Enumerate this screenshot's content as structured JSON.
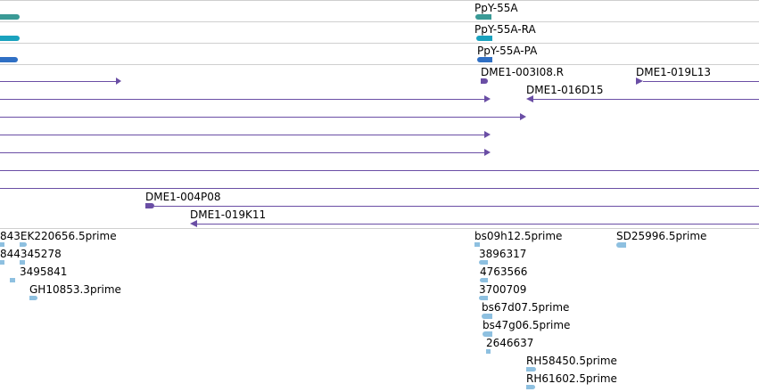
{
  "colors": {
    "gene_teal": "#3a9a96",
    "gene_cyan": "#1aa2be",
    "gene_blue": "#2f6fc4",
    "clone_purple": "#6a4ea5",
    "est_blue": "#8ec0e0",
    "separator": "#cfcfcf"
  },
  "genes": {
    "gene_label": "PpY-55A",
    "transcript_label": "PpY-55A-RA",
    "protein_label": "PpY-55A-PA"
  },
  "clones": {
    "c1": "DME1-003I08.R",
    "c2": "DME1-019L13",
    "c3": "DME1-016D15",
    "c4": "DME1-004P08",
    "c5": "DME1-019K11"
  },
  "ests": {
    "e1": "843EK220656.5prime",
    "e2": "844345278",
    "e3": "3495841",
    "e4": "GH10853.3prime",
    "e5": "bs09h12.5prime",
    "e6": "SD25996.5prime",
    "e7": "3896317",
    "e8": "4763566",
    "e9": "3700709",
    "e10": "bs67d07.5prime",
    "e11": "bs47g06.5prime",
    "e12": "2646637",
    "e13": "RH58450.5prime",
    "e14": "RH61602.5prime"
  }
}
